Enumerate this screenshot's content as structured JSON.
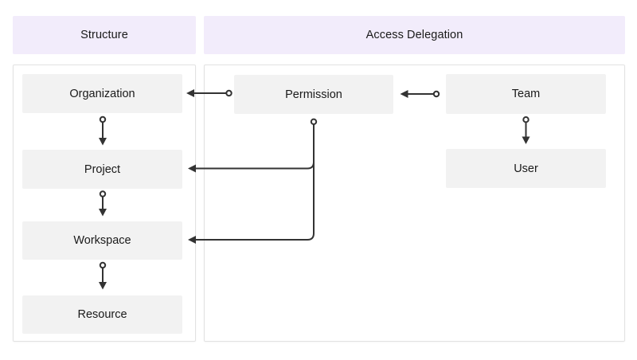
{
  "diagram": {
    "panels": [
      {
        "id": "structure",
        "title": "Structure"
      },
      {
        "id": "access-delegation",
        "title": "Access Delegation"
      }
    ],
    "nodes": {
      "organization": {
        "label": "Organization",
        "panel": "structure"
      },
      "project": {
        "label": "Project",
        "panel": "structure"
      },
      "workspace": {
        "label": "Workspace",
        "panel": "structure"
      },
      "resource": {
        "label": "Resource",
        "panel": "structure"
      },
      "permission": {
        "label": "Permission",
        "panel": "access-delegation"
      },
      "team": {
        "label": "Team",
        "panel": "access-delegation"
      },
      "user": {
        "label": "User",
        "panel": "access-delegation"
      }
    },
    "edges": [
      {
        "from": "organization",
        "to": "project",
        "start_marker": "circle",
        "end_marker": "arrow"
      },
      {
        "from": "project",
        "to": "workspace",
        "start_marker": "circle",
        "end_marker": "arrow"
      },
      {
        "from": "workspace",
        "to": "resource",
        "start_marker": "circle",
        "end_marker": "arrow"
      },
      {
        "from": "team",
        "to": "user",
        "start_marker": "circle",
        "end_marker": "arrow"
      },
      {
        "from": "team",
        "to": "permission",
        "start_marker": "circle",
        "end_marker": "arrow"
      },
      {
        "from": "permission",
        "to": "organization",
        "start_marker": "circle",
        "end_marker": "arrow"
      },
      {
        "from": "permission",
        "to": "project",
        "start_marker": "circle",
        "end_marker": "arrow"
      },
      {
        "from": "permission",
        "to": "workspace",
        "start_marker": "circle",
        "end_marker": "arrow"
      }
    ],
    "colors": {
      "header_bg": "#f2ecfb",
      "node_bg": "#f2f2f2",
      "edge": "#333333",
      "panel_border": "#e2e2e2",
      "panel_bg": "#ffffff",
      "text": "#1a1a1a"
    }
  }
}
